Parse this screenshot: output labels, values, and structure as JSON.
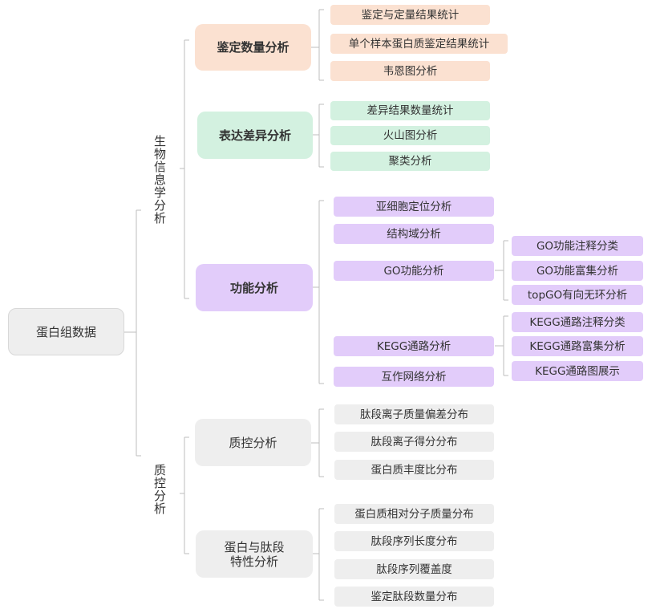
{
  "root": {
    "label": "蛋白组数据"
  },
  "branches": {
    "bioinfo": {
      "label": "生物信息学分析",
      "identify": {
        "label": "鉴定数量分析",
        "items": [
          "鉴定与定量结果统计",
          "单个样本蛋白质鉴定结果统计",
          "韦恩图分析"
        ]
      },
      "diff": {
        "label": "表达差异分析",
        "items": [
          "差异结果数量统计",
          "火山图分析",
          "聚类分析"
        ]
      },
      "function": {
        "label": "功能分析",
        "items": [
          "亚细胞定位分析",
          "结构域分析",
          "GO功能分析",
          "KEGG通路分析",
          "互作网络分析"
        ],
        "go_items": [
          "GO功能注释分类",
          "GO功能富集分析",
          "topGO有向无环分析"
        ],
        "kegg_items": [
          "KEGG通路注释分类",
          "KEGG通路富集分析",
          "KEGG通路图展示"
        ]
      }
    },
    "qc": {
      "label": "质控分析",
      "quality": {
        "label": "质控分析",
        "items": [
          "肽段离子质量偏差分布",
          "肽段离子得分分布",
          "蛋白质丰度比分布"
        ]
      },
      "features": {
        "label_line1": "蛋白与肽段",
        "label_line2": "特性分析",
        "items": [
          "蛋白质相对分子质量分布",
          "肽段序列长度分布",
          "肽段序列覆盖度",
          "鉴定肽段数量分布"
        ]
      }
    }
  }
}
